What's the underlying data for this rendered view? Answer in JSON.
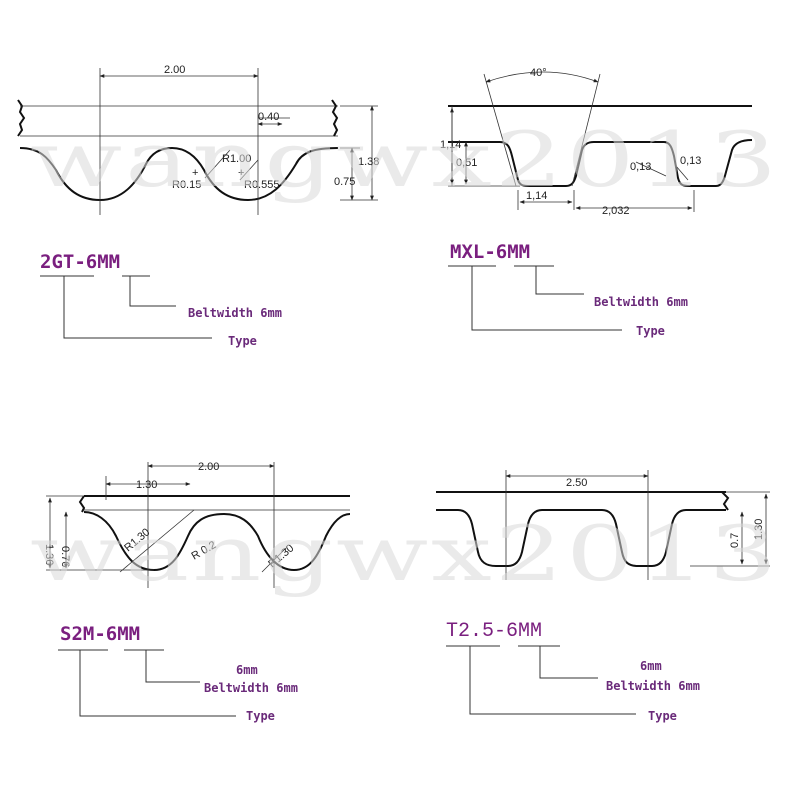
{
  "watermark": "wangwx2013",
  "panels": {
    "gt2": {
      "code": "2GT-6MM",
      "width_label": "Beltwidth 6mm",
      "type_label": "Type",
      "dims": {
        "pitch": "2.00",
        "d040": "0.40",
        "r100": "R1.00",
        "r015": "R0.15",
        "r0555": "R0.555",
        "h138": "1.38",
        "h075": "0.75"
      }
    },
    "mxl": {
      "code": "MXL-6MM",
      "width_label": "Beltwidth 6mm",
      "type_label": "Type",
      "dims": {
        "angle": "40°",
        "h114": "1,14",
        "h051": "0,51",
        "w114": "1,14",
        "pitch": "2,032",
        "r013a": "0,13",
        "r013b": "0,13"
      }
    },
    "s2m": {
      "code": "S2M-6MM",
      "size_label": "6mm",
      "width_label": "Beltwidth 6mm",
      "type_label": "Type",
      "dims": {
        "pitch": "2.00",
        "w130": "1.30",
        "h136": "1.36",
        "h076": "0.76",
        "r130a": "R1.30",
        "r02": "R 0.2",
        "r130b": "R1.30"
      }
    },
    "t25": {
      "code": "T2.5-6MM",
      "size_label": "6mm",
      "width_label": "Beltwidth 6mm",
      "type_label": "Type",
      "dims": {
        "pitch": "2.50",
        "h07": "0.7",
        "h130": "1.30"
      }
    }
  }
}
